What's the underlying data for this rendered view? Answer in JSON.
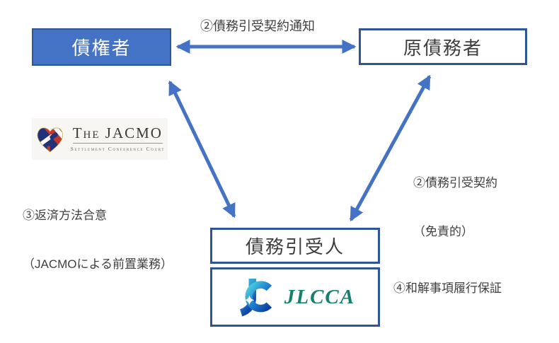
{
  "page": {
    "background": "#ffffff"
  },
  "colors": {
    "accent_blue": "#4472C4",
    "border_navy": "#2F5597",
    "jlcca_green": "#15806D"
  },
  "nodes": {
    "creditor": "債権者",
    "original_debtor": "原債務者",
    "debt_assumer": "債務引受人"
  },
  "labels": {
    "notice": "②債務引受契約通知",
    "contract_line1": "②債務引受契約",
    "contract_line2": "（免責的）",
    "repayment_line1": "③返済方法合意",
    "repayment_line2": "（JACMOによる前置業務）",
    "guarantee": "④和解事項履行保証"
  },
  "logos": {
    "jacmo": {
      "title": "The JACMO",
      "subtitle": "Settlement Conference Court"
    },
    "jlcca": {
      "wordmark": "JLCCA"
    }
  },
  "connections": [
    {
      "from": "creditor",
      "to": "original_debtor",
      "style": "double-arrow",
      "label": "②債務引受契約通知"
    },
    {
      "from": "creditor",
      "to": "debt_assumer",
      "style": "double-arrow",
      "label": "③返済方法合意（JACMOによる前置業務）"
    },
    {
      "from": "original_debtor",
      "to": "debt_assumer",
      "style": "double-arrow",
      "label": "②債務引受契約（免責的）"
    }
  ]
}
